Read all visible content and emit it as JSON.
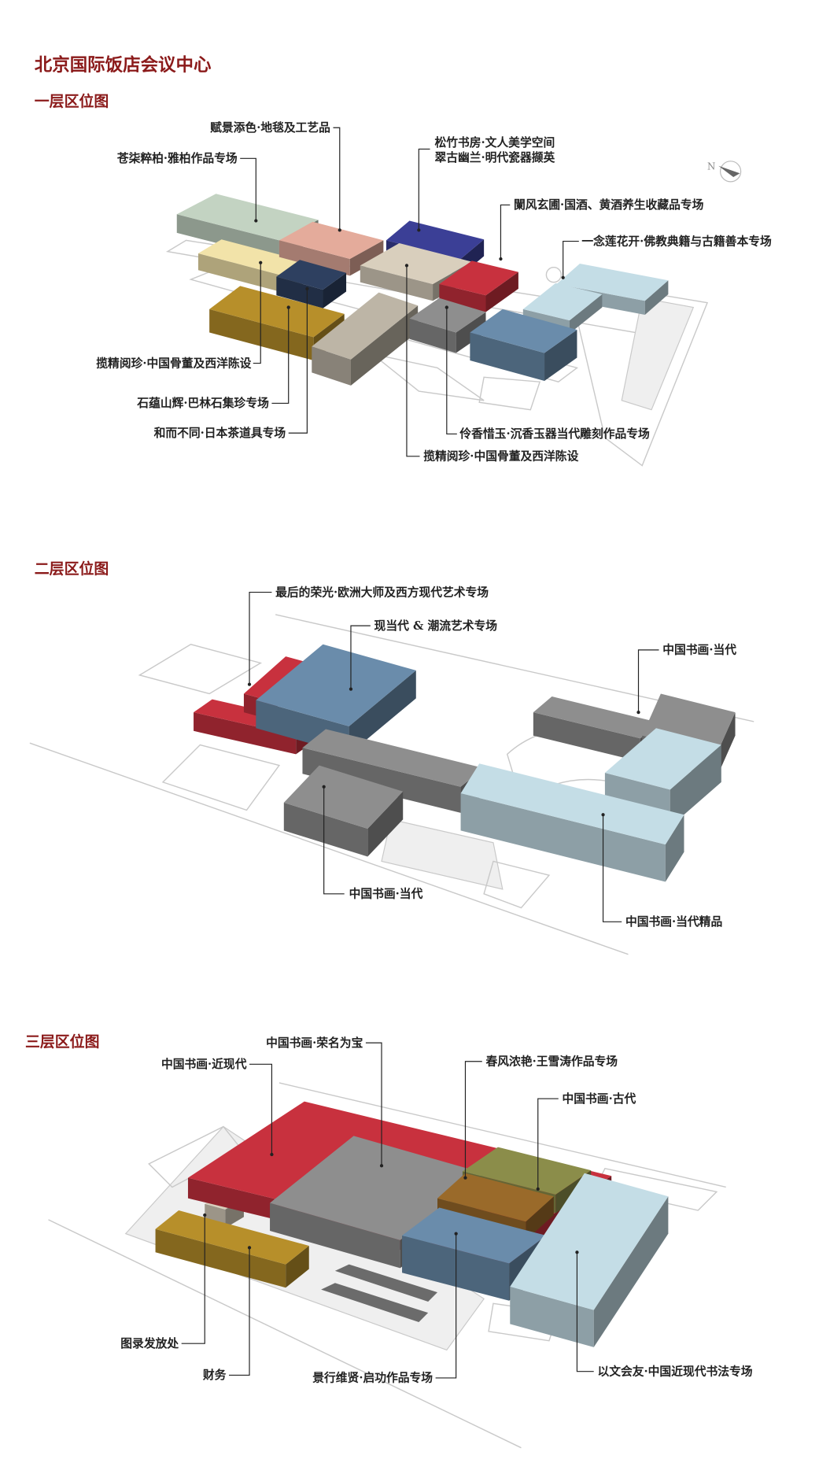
{
  "page_title": "北京国际饭店会议中心",
  "colors": {
    "title_red": "#8b1a1a",
    "sage_green": "#c3d3c2",
    "salmon": "#e4ab9b",
    "indigo": "#3b3f96",
    "crimson": "#c8313e",
    "cream": "#f2e3a9",
    "dark_navy": "#2e4060",
    "gold": "#b78f2a",
    "taupe": "#bdb5a6",
    "beige": "#d9cfbd",
    "gray": "#8e8e8e",
    "steel_blue": "#6a8cab",
    "light_blue": "#c4dde6",
    "olive": "#8b8d4a",
    "brown": "#9a6a2a"
  },
  "compass": {
    "label": "N",
    "icon": "north-arrow-icon"
  },
  "floor1": {
    "title": "一层区位图",
    "labels": [
      "赋景添色·地毯及工艺品",
      "苍柒粹柏·雅柏作品专场",
      "松竹书房·文人美学空间",
      "翠古幽兰·明代瓷器撷英",
      "闌风玄圃·国酒、黄酒养生收藏品专场",
      "一念莲花开·佛教典籍与古籍善本专场",
      "揽精阅珍·中国骨董及西洋陈设",
      "石蕴山辉·巴林石集珍专场",
      "和而不同·日本茶道具专场",
      "伶香惜玉·沉香玉器当代雕刻作品专场",
      "揽精阅珍·中国骨董及西洋陈设"
    ]
  },
  "floor2": {
    "title": "二层区位图",
    "labels": [
      "最后的荣光·欧洲大师及西方现代艺术专场",
      "现当代 & 潮流艺术专场",
      "中国书画·当代",
      "中国书画·当代",
      "中国书画·当代精品"
    ]
  },
  "floor3": {
    "title": "三层区位图",
    "labels": [
      "中国书画·荣名为宝",
      "中国书画·近现代",
      "春风浓艳·王雪涛作品专场",
      "中国书画·古代",
      "图录发放处",
      "财务",
      "景行维贤·启功作品专场",
      "以文会友·中国近现代书法专场"
    ]
  }
}
